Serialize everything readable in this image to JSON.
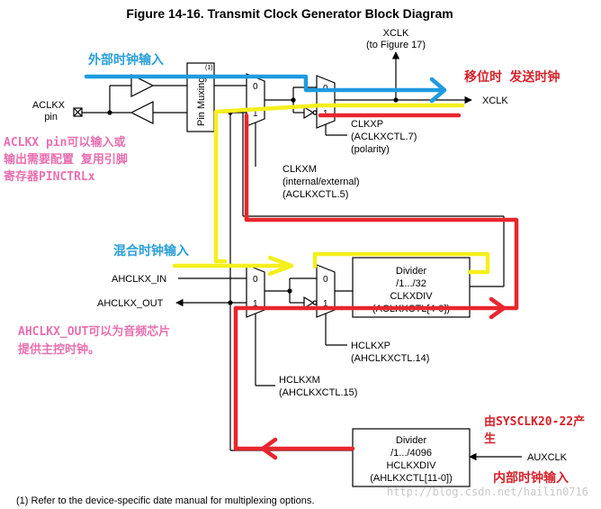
{
  "title": "Figure 14-16. Transmit Clock Generator Block Diagram",
  "blocks": {
    "pin_muxing": "Pin Muxing",
    "pin_muxing_footnote": "(1)",
    "divider_top": {
      "line1": "Divider",
      "line2": "/1.../32",
      "line3": "CLKXDIV",
      "line4": "(ACLKXCTL[4-0])"
    },
    "divider_bottom": {
      "line1": "Divider",
      "line2": "/1.../4096",
      "line3": "HCLKXDIV",
      "line4": "(AHLKXCTL[11-0])"
    }
  },
  "mux_inputs": {
    "zero": "0",
    "one": "1"
  },
  "signals": {
    "xclk_top": "XCLK",
    "to_figure": "(to Figure 17)",
    "xclk_out": "XCLK",
    "aclkx": "ACLKX",
    "pin": "pin",
    "clkxp": "CLKXP",
    "clkxp_reg": "(ACLKXCTL.7)",
    "clkxp_desc": "(polarity)",
    "clkxm": "CLKXM",
    "clkxm_desc": "(internal/external)",
    "clkxm_reg": "(ACLKXCTL.5)",
    "ahclkx_in": "AHCLKX_IN",
    "ahclkx_out": "AHCLKX_OUT",
    "hclkxp": "HCLKXP",
    "hclkxp_reg": "(AHCLKXCTL.14)",
    "hclkxm": "HCLKXM",
    "hclkxm_reg": "(AHCLKXCTL.15)",
    "auxclk": "AUXCLK"
  },
  "annotations": {
    "external_clock": "外部时钟输入",
    "shift_clock": "移位时 发送时钟",
    "aclkx_pin_line1": "ACLKX pin可以输入或",
    "aclkx_pin_line2": "输出需要配置 复用引脚",
    "aclkx_pin_line3": "寄存器PINCTRLx",
    "mixed_clock": "混合时钟输入",
    "ahclkx_out_line1": "AHCLKX_OUT可以为音频芯片",
    "ahclkx_out_line2": "提供主控时钟。",
    "sysclk_line1": "由SYSCLK20-22产",
    "sysclk_line2": "生",
    "internal_clock": "内部时钟输入"
  },
  "footnote": "(1)   Refer to the device-specific date manual for multiplexing options.",
  "watermark": "http://blog.csdn.net/hailin0716",
  "colors": {
    "blue": "#1e9be0",
    "yellow": "#f5ef1d",
    "red": "#e8262d",
    "cyan_text": "#2a9fd8",
    "red_text": "#d4232c",
    "pink_text": "#e870b0"
  }
}
